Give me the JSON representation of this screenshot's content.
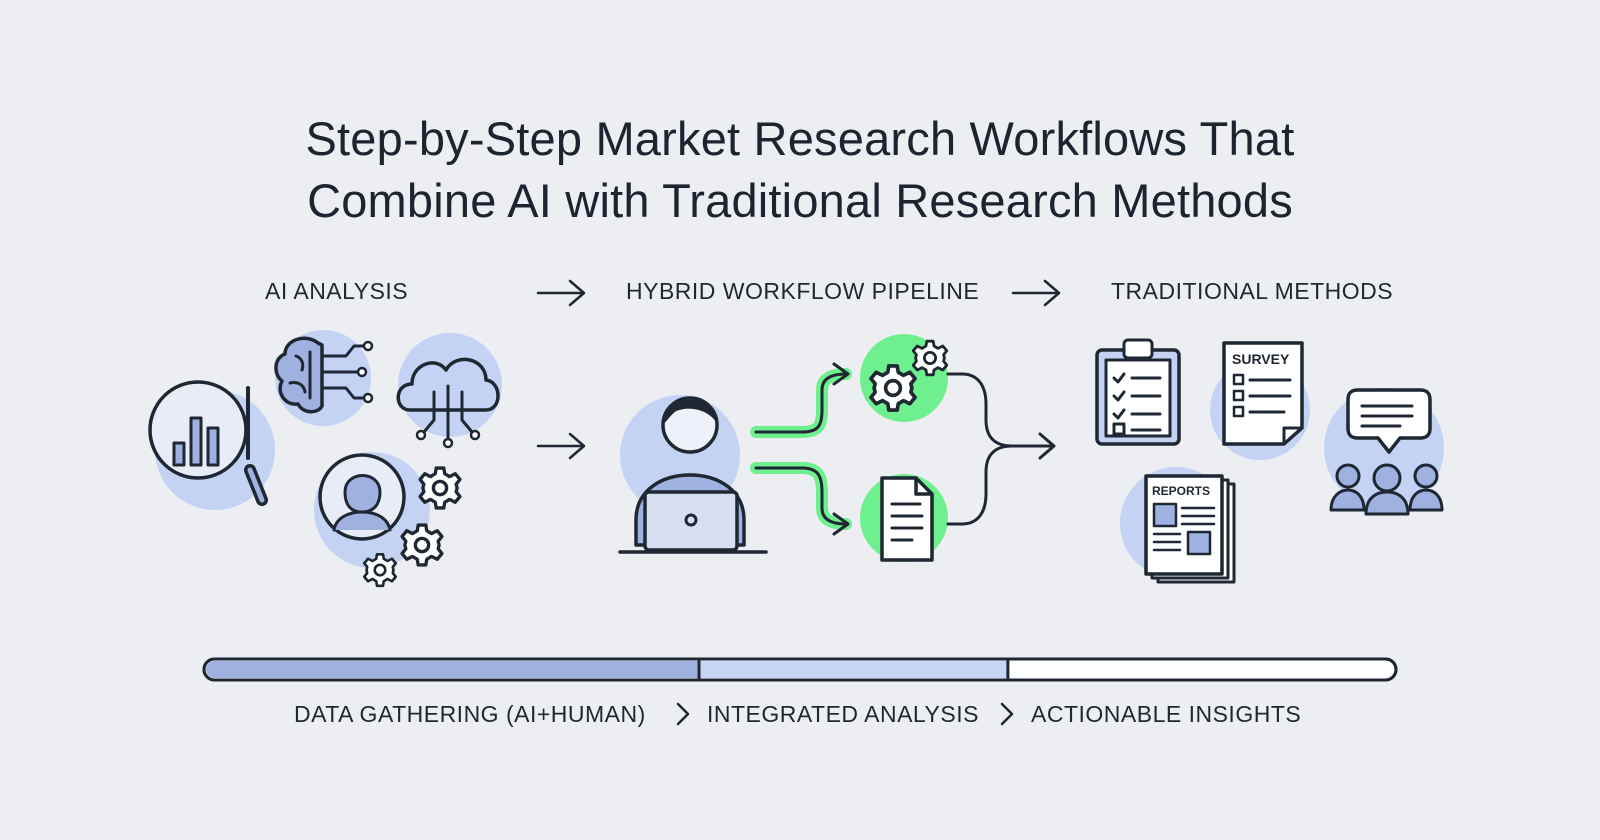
{
  "title": {
    "line1": "Step-by-Step Market Research Workflows That",
    "line2": "Combine AI with Traditional Research Methods"
  },
  "sections": {
    "ai": "AI ANALYSIS",
    "hybrid": "HYBRID WORKFLOW PIPELINE",
    "traditional": "TRADITIONAL METHODS"
  },
  "documents": {
    "survey": "SURVEY",
    "reports": "REPORTS"
  },
  "stages": [
    "DATA GATHERING (AI+HUMAN)",
    "INTEGRATED ANALYSIS",
    "ACTIONABLE INSIGHTS"
  ],
  "progress": {
    "segments": [
      {
        "name": "data-gathering",
        "fraction": 0.415,
        "color": "#9eb1e0"
      },
      {
        "name": "integrated-analysis",
        "fraction": 0.26,
        "color": "#c6d4f6"
      },
      {
        "name": "actionable-insights",
        "fraction": 0.325,
        "color": "#ffffff"
      }
    ]
  },
  "colors": {
    "background": "#eceef2",
    "ink": "#1f2733",
    "accent_blue": "#9eb1e0",
    "light_blue": "#c4d3f4",
    "accent_green": "#6ff08e"
  }
}
